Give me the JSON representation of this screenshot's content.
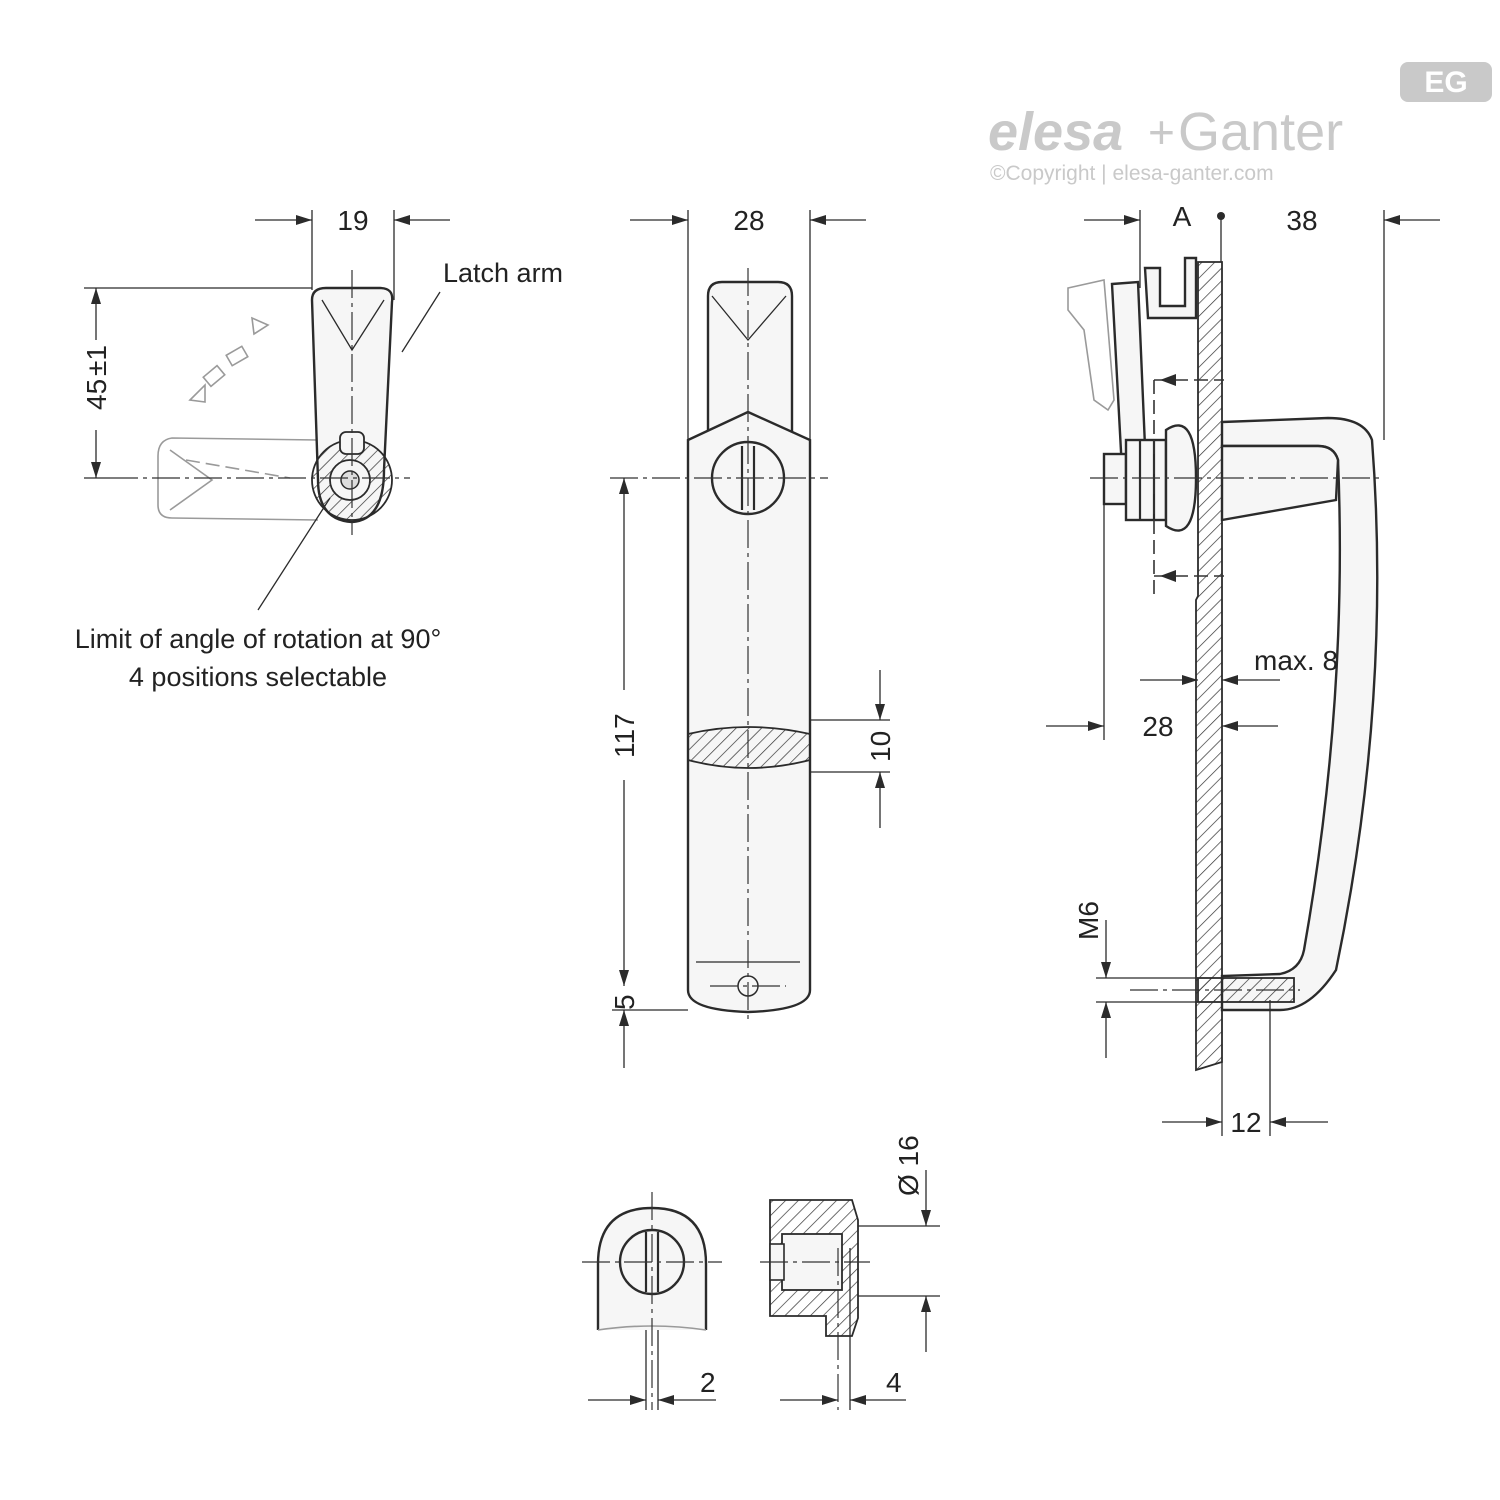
{
  "brand": {
    "badge": "EG",
    "name_part1": "elesa",
    "name_plus": "+",
    "name_part2": "Ganter",
    "copyright": "©Copyright | elesa-ganter.com"
  },
  "colors": {
    "line": "#2b2b2b",
    "logo_gray": "#c9c9c9",
    "background": "#ffffff"
  },
  "side_view": {
    "dim_width": "19",
    "dim_height": "45",
    "dim_height_tol": "±1",
    "label_latch_arm": "Latch arm",
    "note_line1": "Limit of angle of rotation at 90°",
    "note_line2": "4 positions selectable"
  },
  "front_view": {
    "dim_width": "28",
    "dim_length": "117",
    "dim_grip": "10",
    "dim_hole": "5"
  },
  "section_view": {
    "label_a": "A",
    "dim_depth": "38",
    "dim_max": "max. 8",
    "dim_28": "28",
    "dim_thread": "M6",
    "dim_12": "12"
  },
  "details": {
    "dim_2": "2",
    "dim_4": "4",
    "dim_dia": "Ø 16"
  }
}
